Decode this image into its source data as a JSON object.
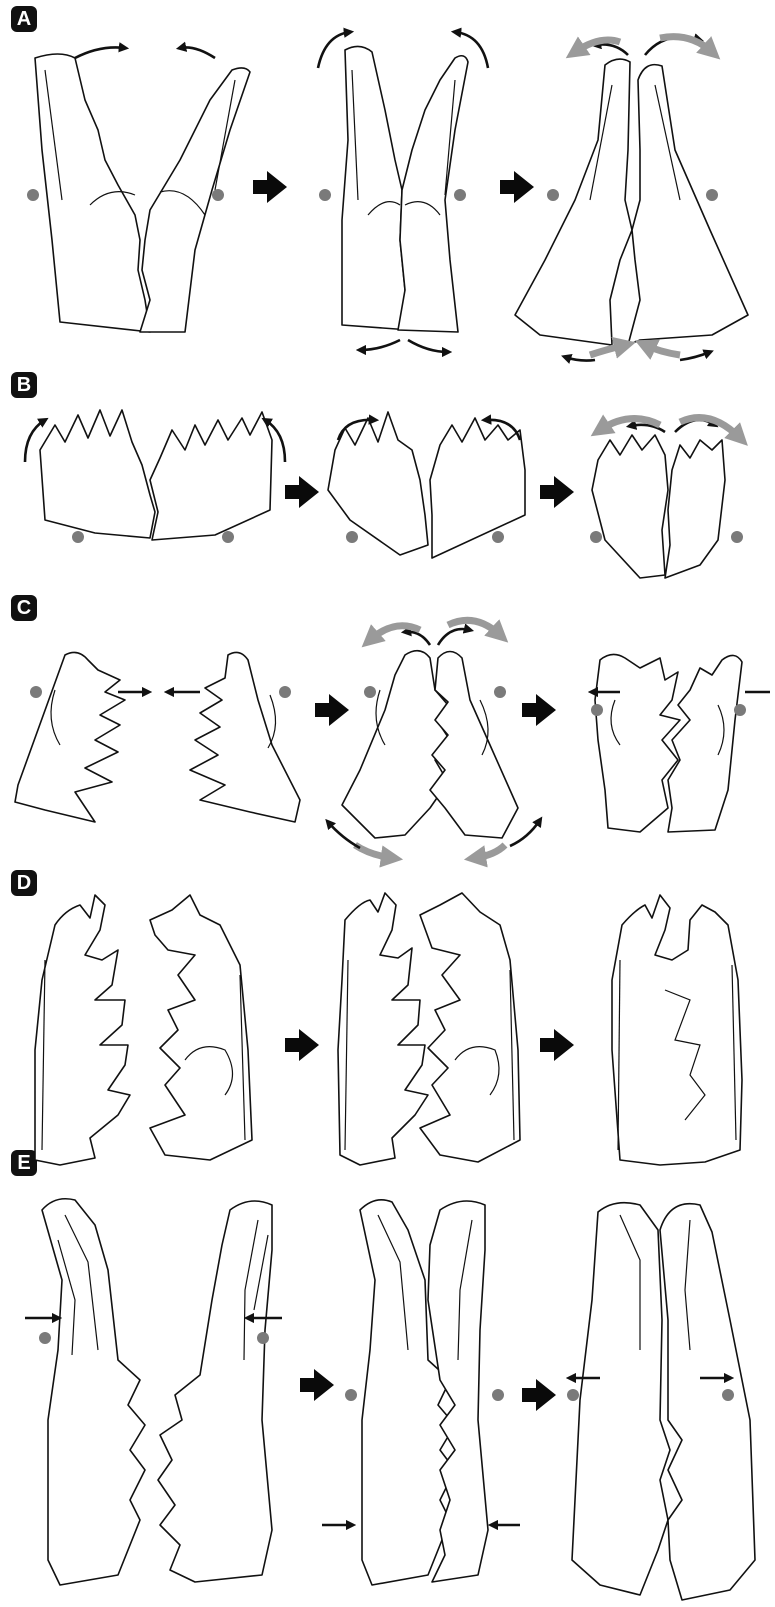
{
  "figure": {
    "panels": [
      {
        "id": "A",
        "label": "A"
      },
      {
        "id": "B",
        "label": "B"
      },
      {
        "id": "C",
        "label": "C"
      },
      {
        "id": "D",
        "label": "D"
      },
      {
        "id": "E",
        "label": "E"
      }
    ]
  },
  "colors": {
    "outline": "#111111",
    "pivot": "#7a7a7a",
    "gray_arrow": "#9a9a9a",
    "black_arrow": "#0a0a0a",
    "label_bg": "#111111",
    "label_text": "#ffffff"
  },
  "icons": {
    "progression": "right-block-arrow-icon",
    "rotation": "curved-arrow-icon",
    "pivot": "pivot-dot-icon",
    "translation": "straight-arrow-icon"
  }
}
